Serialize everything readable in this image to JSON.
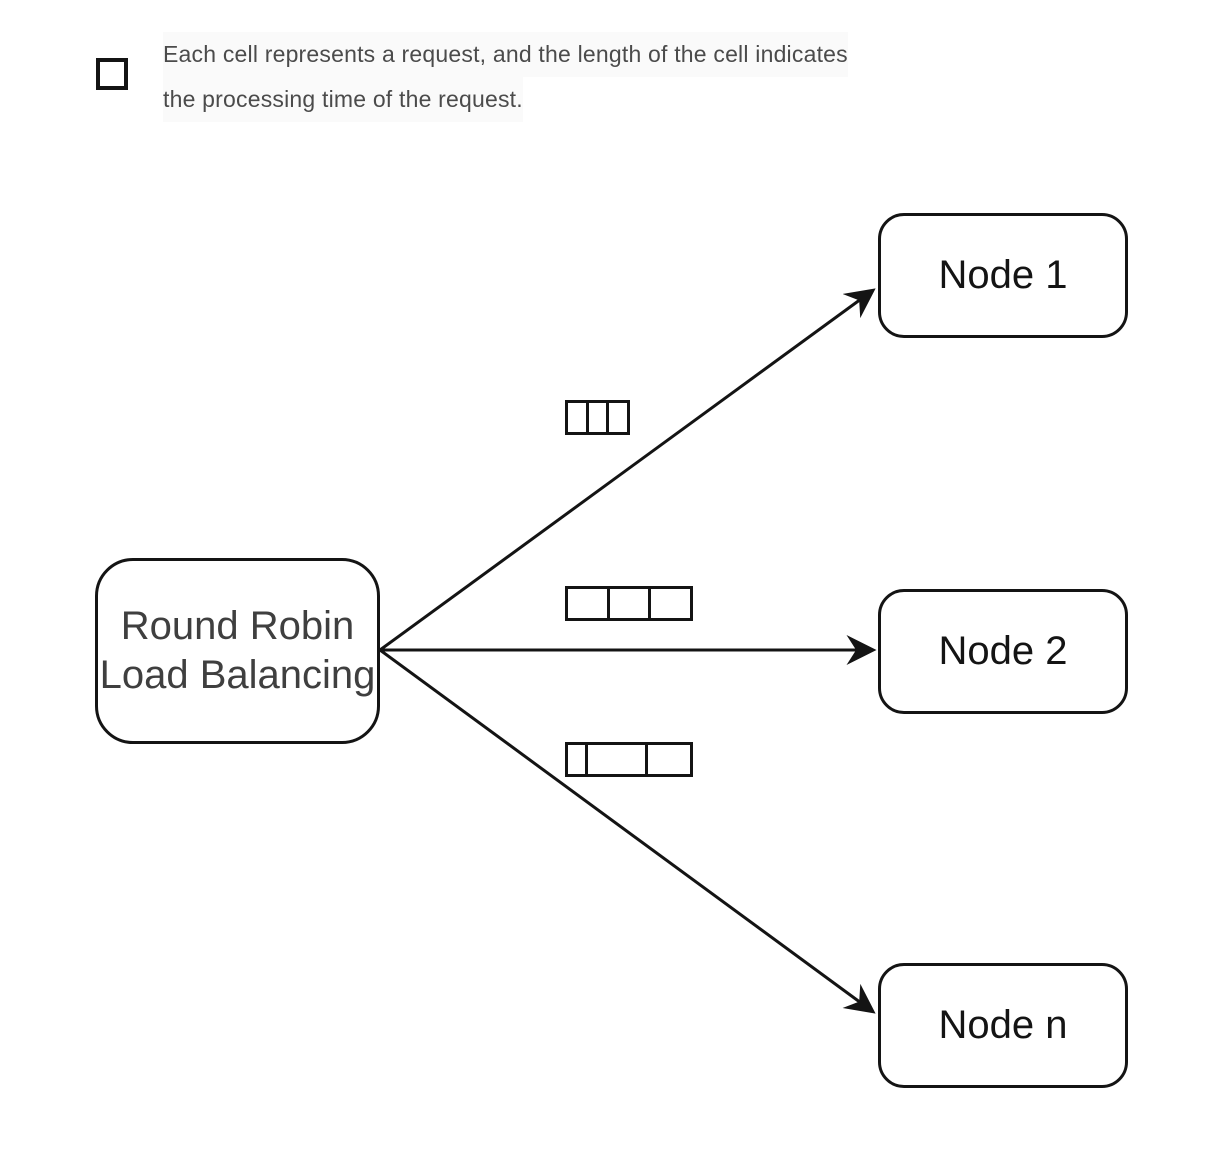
{
  "legend": {
    "icon": "empty-cell-square",
    "line1": "Each cell represents a request, and the length of the cell indicates",
    "line2": "the processing time of the request."
  },
  "source": {
    "label_lines": [
      "Round Robin",
      "Load Balancing"
    ]
  },
  "nodes": [
    {
      "id": "node-1",
      "label": "Node 1"
    },
    {
      "id": "node-2",
      "label": "Node 2"
    },
    {
      "id": "node-n",
      "label": "Node n"
    }
  ],
  "request_groups": [
    {
      "target": "Node 1",
      "cells_relative_length": [
        21,
        21,
        21
      ]
    },
    {
      "target": "Node 2",
      "cells_relative_length": [
        42,
        42,
        42
      ]
    },
    {
      "target": "Node n",
      "cells_relative_length": [
        19,
        63,
        46
      ]
    }
  ],
  "colors": {
    "background": "#ffffff",
    "line_and_border": "#141414",
    "node_text": "#141414",
    "source_text": "#3f3f3f",
    "legend_text": "#4b4b4b"
  }
}
